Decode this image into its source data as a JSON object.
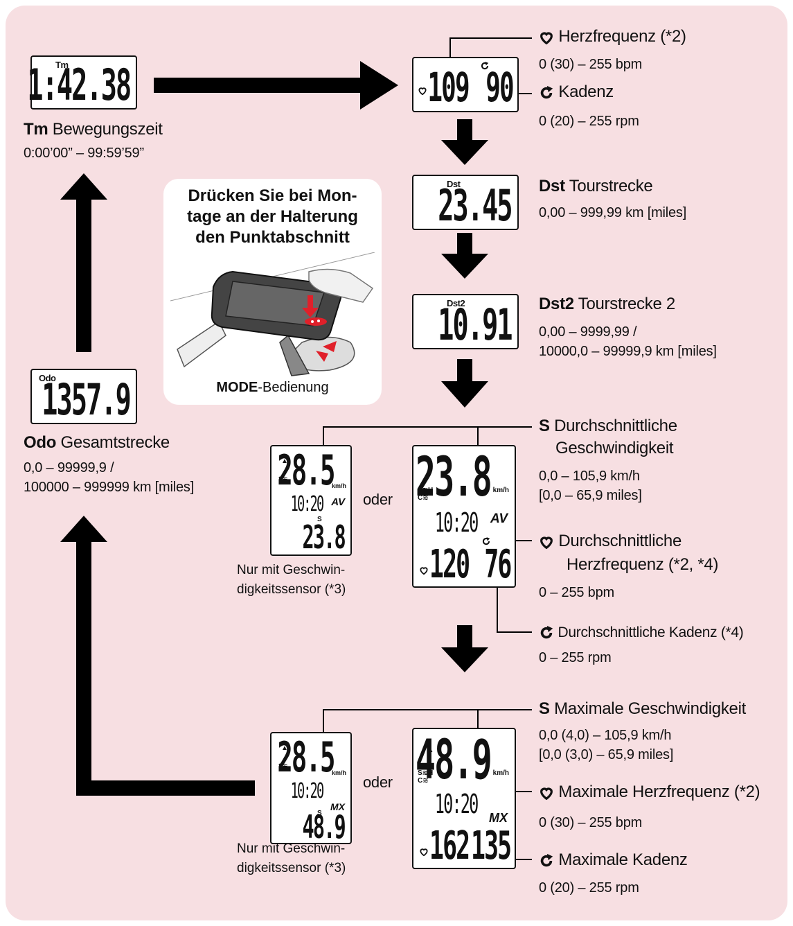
{
  "screens": {
    "tm": {
      "tag": "Tm",
      "value": "1:42.38"
    },
    "hr": {
      "value": "109",
      "cad": "90"
    },
    "dst": {
      "tag": "Dst",
      "value": "23.45"
    },
    "dst2": {
      "tag": "Dst2",
      "value": "10.91"
    },
    "odo": {
      "tag": "Odo",
      "value": "1357.9"
    },
    "avg_small": {
      "speed": "28.5",
      "unit": "km/h",
      "clock": "10:20",
      "badge": "AV",
      "sub": "23.8"
    },
    "avg_full": {
      "speed": "23.8",
      "unit": "km/h",
      "clock": "10:20",
      "badge": "AV",
      "hr": "120",
      "cad": "76"
    },
    "max_small": {
      "speed": "28.5",
      "unit": "km/h",
      "clock": "10:20",
      "badge": "MX",
      "sub": "48.9"
    },
    "max_full": {
      "speed": "48.9",
      "unit": "km/h",
      "clock": "10:20",
      "badge": "MX",
      "hr": "162",
      "cad": "135"
    }
  },
  "labels": {
    "hr_title": "Herzfrequenz (*2)",
    "hr_range": "0 (30) – 255 bpm",
    "cad_title": "Kadenz",
    "cad_range": "0 (20) – 255 rpm",
    "tm_abbr": "Tm",
    "tm_title": "Bewegungszeit",
    "tm_range": "0:00’00” – 99:59’59”",
    "dst_abbr": "Dst",
    "dst_title": "Tourstrecke",
    "dst_range": "0,00 – 999,99 km [miles]",
    "dst2_abbr": "Dst2",
    "dst2_title": "Tourstrecke 2",
    "dst2_range1": "0,00 – 9999,99 /",
    "dst2_range2": "10000,0 – 99999,9 km [miles]",
    "odo_abbr": "Odo",
    "odo_title": "Gesamtstrecke",
    "odo_range1": "0,0 – 99999,9 /",
    "odo_range2": "100000 – 999999 km [miles]",
    "avg_speed_title1": "Durchschnittliche",
    "avg_speed_title2": "Geschwindigkeit",
    "avg_speed_range1": "0,0 – 105,9 km/h",
    "avg_speed_range2": "[0,0 – 65,9 miles]",
    "avg_hr_title1": "Durchschnittliche",
    "avg_hr_title2": "Herzfrequenz (*2, *4)",
    "avg_hr_range": "0 – 255 bpm",
    "avg_cad_title": "Durchschnittliche Kadenz (*4)",
    "avg_cad_range": "0 – 255 rpm",
    "max_speed_title": "Maximale Geschwindigkeit",
    "max_speed_range1": "0,0 (4,0) – 105,9 km/h",
    "max_speed_range2": "[0,0 (3,0) – 65,9 miles]",
    "max_hr_title": "Maximale Herzfrequenz (*2)",
    "max_hr_range": "0 (30) – 255 bpm",
    "max_cad_title": "Maximale Kadenz",
    "max_cad_range": "0 (20) – 255 rpm",
    "s_letter": "S",
    "oder": "oder",
    "speed_only_1": "Nur mit Geschwin-",
    "speed_only_2": "digkeitssensor (*3)"
  },
  "callout": {
    "title1": "Drücken Sie bei Mon-",
    "title2": "tage an der Halterung",
    "title3": "den Punktabschnitt",
    "caption_bold": "MODE",
    "caption_rest": "-Bedienung"
  },
  "colors": {
    "panel": "#f7dfe2",
    "arrow": "#000000",
    "accent": "#e0202a"
  }
}
